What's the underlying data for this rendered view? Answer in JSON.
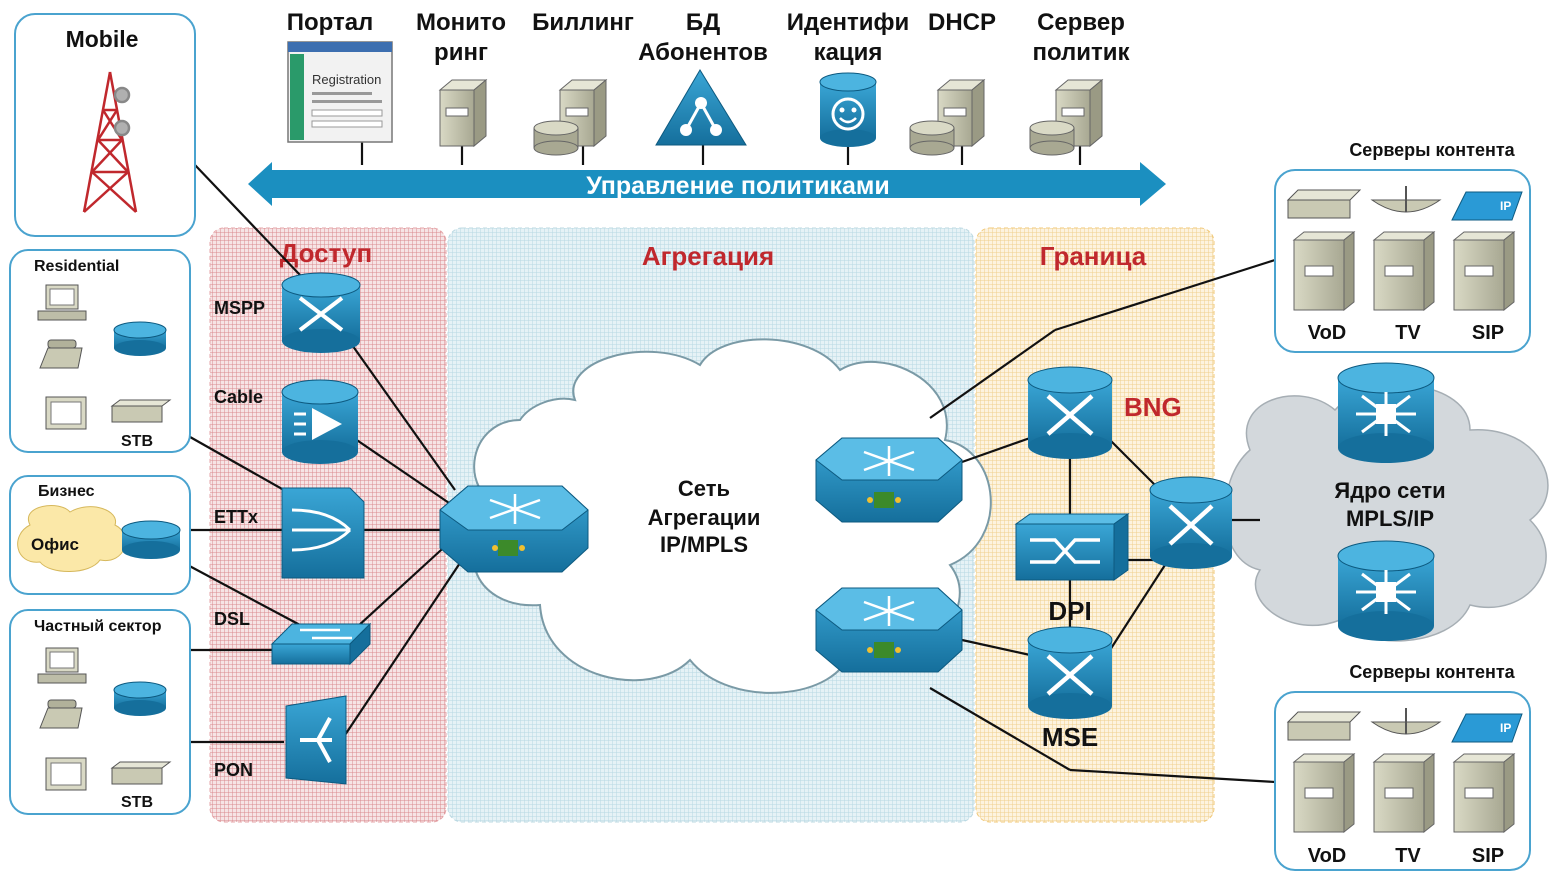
{
  "top_labels": {
    "portal": "Портал",
    "monitoring_1": "Монито",
    "monitoring_2": "ринг",
    "billing": "Биллинг",
    "subscriber_db_1": "БД",
    "subscriber_db_2": "Абонентов",
    "identification_1": "Идентифи",
    "identification_2": "кация",
    "dhcp": "DHCP",
    "policy_server_1": "Сервер",
    "policy_server_2": "политик"
  },
  "portal_screen_text": "Registration",
  "policy_bar": "Управление политиками",
  "zones": {
    "access": "Доступ",
    "aggregation": "Агрегация",
    "border": "Граница"
  },
  "customers": {
    "mobile": "Mobile",
    "residential": "Residential",
    "business": "Бизнес",
    "office": "Офис",
    "private_sector": "Частный сектор",
    "stb": "STB"
  },
  "access_devices": {
    "mspp": "MSPP",
    "cable": "Cable",
    "ettx": "ETTx",
    "dsl": "DSL",
    "pon": "PON"
  },
  "aggregation_cloud": {
    "line1": "Сеть",
    "line2": "Агрегации",
    "line3": "IP/MPLS"
  },
  "edge_devices": {
    "bng": "BNG",
    "dpi": "DPI",
    "mse": "MSE"
  },
  "core_cloud": {
    "line1": "Ядро сети",
    "line2": "MPLS/IP"
  },
  "content_servers": {
    "title": "Серверы контента",
    "vod": "VoD",
    "tv": "TV",
    "sip": "SIP",
    "ip_badge": "IP"
  },
  "colors": {
    "device_blue": "#1f8fc4",
    "policy_bar": "#1b8fc0",
    "zone_red": "#c0282d",
    "zone_access_bg": "#f2d2d4",
    "zone_aggregation_bg": "#d9ecf2",
    "zone_border_bg": "#fbeacb"
  }
}
